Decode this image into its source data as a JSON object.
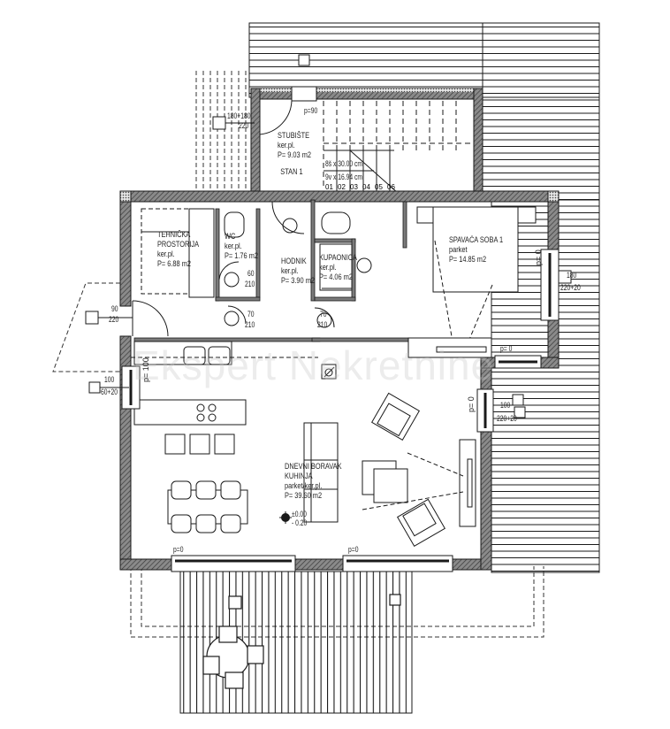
{
  "drawing": {
    "type": "architectural floor plan",
    "watermark": "Ekspert Nekretnine",
    "colors": {
      "line": "#1a1a1a",
      "wall_fill": "#6e6e6e",
      "background": "#ffffff",
      "watermark": "#c8c8c8"
    }
  },
  "rooms": [
    {
      "id": "stubiste",
      "name": "STUBIŠTE",
      "floor": "ker.pl.",
      "area": "P= 9.03 m2",
      "note": "STAN 1"
    },
    {
      "id": "tehnicka",
      "name_line1": "TEHNIČKA",
      "name_line2": "PROSTORIJA",
      "floor": "ker.pl.",
      "area": "P= 6.88 m2"
    },
    {
      "id": "wc",
      "name": "WC",
      "floor": "ker.pl.",
      "area": "P= 1.76 m2"
    },
    {
      "id": "hodnik",
      "name": "HODNIK",
      "floor": "ker.pl.",
      "area": "P= 3.90 m2"
    },
    {
      "id": "kupaonica",
      "name": "KUPAONICA",
      "floor": "ker.pl.",
      "area": "P= 4.06 m2"
    },
    {
      "id": "spavaca",
      "name": "SPAVAĆA SOBA 1",
      "floor": "parket",
      "area": "P= 14.85 m2"
    },
    {
      "id": "dnevni",
      "name_line1": "DNEVNI BORAVAK",
      "name_line2": "KUHINJA",
      "floor": "parket/ker.pl.",
      "area": "P= 39.60 m2"
    }
  ],
  "stairs": {
    "step_depth": "8š x 30.00 cm",
    "step_height": "9v x 16.94 cm",
    "step_numbers": [
      "01",
      "02",
      "03",
      "04",
      "05",
      "06"
    ]
  },
  "openings": {
    "door_stair": "p=90",
    "door_stair_window_w": "180+180",
    "door_stair_window_h": "220",
    "door_wc_w": "60",
    "door_wc_h": "210",
    "door_tech_w": "70",
    "door_tech_h": "210",
    "door_bath_w": "70",
    "door_bath_h": "210",
    "entry_w": "90",
    "entry_h": "220",
    "window_west_w": "100",
    "window_west_h": "60+20",
    "window_west_parapet": "p= 100",
    "window_bed_east_w": "180",
    "window_bed_east_h": "220+20",
    "window_bed_east_parapet": "p= 0",
    "window_bed_south_parapet": "p= 0",
    "window_living_east_w": "100",
    "window_living_east_h": "220+20",
    "window_living_east_parapet": "p= 0",
    "slider_south_1_parapet": "p=0",
    "slider_south_2_parapet": "p=0"
  },
  "level": {
    "plus": "±0.00",
    "minus": "- 0.20"
  }
}
